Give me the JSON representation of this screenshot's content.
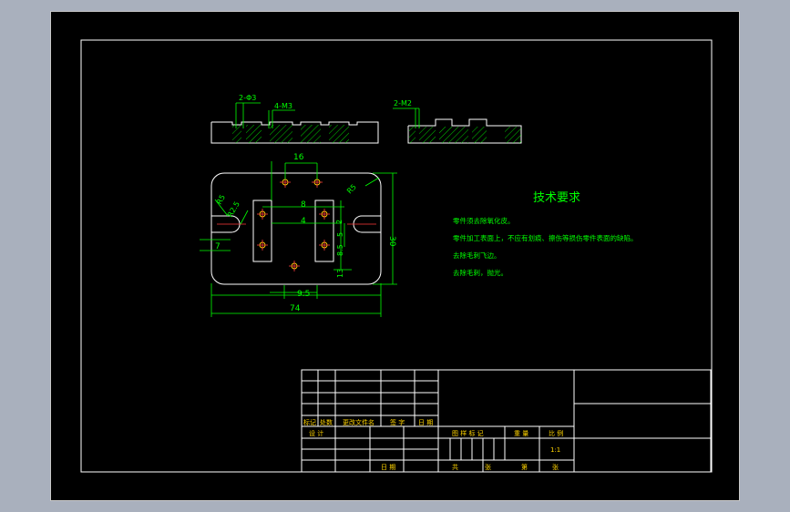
{
  "top_views": {
    "left_labels": [
      "2-Φ3",
      "4-M3"
    ],
    "right_labels": [
      "2-M2"
    ]
  },
  "plan_view": {
    "dims": {
      "d16": "16",
      "d8": "8",
      "d4": "4",
      "d2": "2",
      "d5_left": "5",
      "d8_5": "8.5",
      "d13": "13",
      "d7": "7",
      "d9_5": "9.5",
      "d74": "74",
      "d30": "30",
      "r5_left": "R5",
      "r2_5": "R2.5",
      "r5_right": "R5"
    }
  },
  "tech_requirements": {
    "title": "技术要求",
    "items": [
      "零件须去除氧化皮。",
      "零件加工表面上，不应有划痕、擦伤等损伤零件表面的缺陷。",
      "去除毛刺飞边。",
      "去除毛刺，抛光。"
    ]
  },
  "title_block": {
    "row_labels": [
      "标记",
      "处数",
      "更改文件名",
      "签 字",
      "日 期"
    ],
    "design_label": "设 计",
    "stage_labels": [
      "图 样 标 记",
      "重 量",
      "比 例"
    ],
    "date_label": "日 期",
    "scale_value": "1:1",
    "sheet_labels": [
      "共",
      "张",
      "第",
      "张"
    ]
  },
  "colors": {
    "background": "#000000",
    "outer_gray": "#a9b0bd",
    "border": "#ffffff",
    "dimension": "#00ff00",
    "center_line": "#ff3b3b",
    "title_text": "#ffd400"
  }
}
